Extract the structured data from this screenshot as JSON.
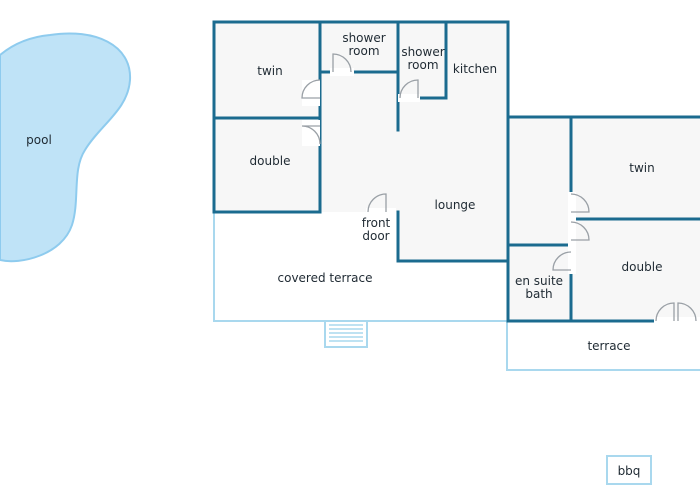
{
  "colors": {
    "wall": "#1b6b8f",
    "terrace_line": "#a9d8ee",
    "room_fill": "#f7f7f7",
    "pool_fill": "#bfe3f7",
    "pool_stroke": "#8ecbee",
    "door_line": "#9aa0a6",
    "text": "#1f2a33"
  },
  "labels": {
    "pool": "pool",
    "twin_left": "twin",
    "double_left": "double",
    "shower_room_1_line1": "shower",
    "shower_room_1_line2": "room",
    "shower_room_2_line1": "shower",
    "shower_room_2_line2": "room",
    "kitchen": "kitchen",
    "lounge": "lounge",
    "front_door_line1": "front",
    "front_door_line2": "door",
    "covered_terrace": "covered terrace",
    "twin_right": "twin",
    "double_right": "double",
    "en_suite_line1": "en suite",
    "en_suite_line2": "bath",
    "terrace": "terrace",
    "bbq": "bbq"
  }
}
